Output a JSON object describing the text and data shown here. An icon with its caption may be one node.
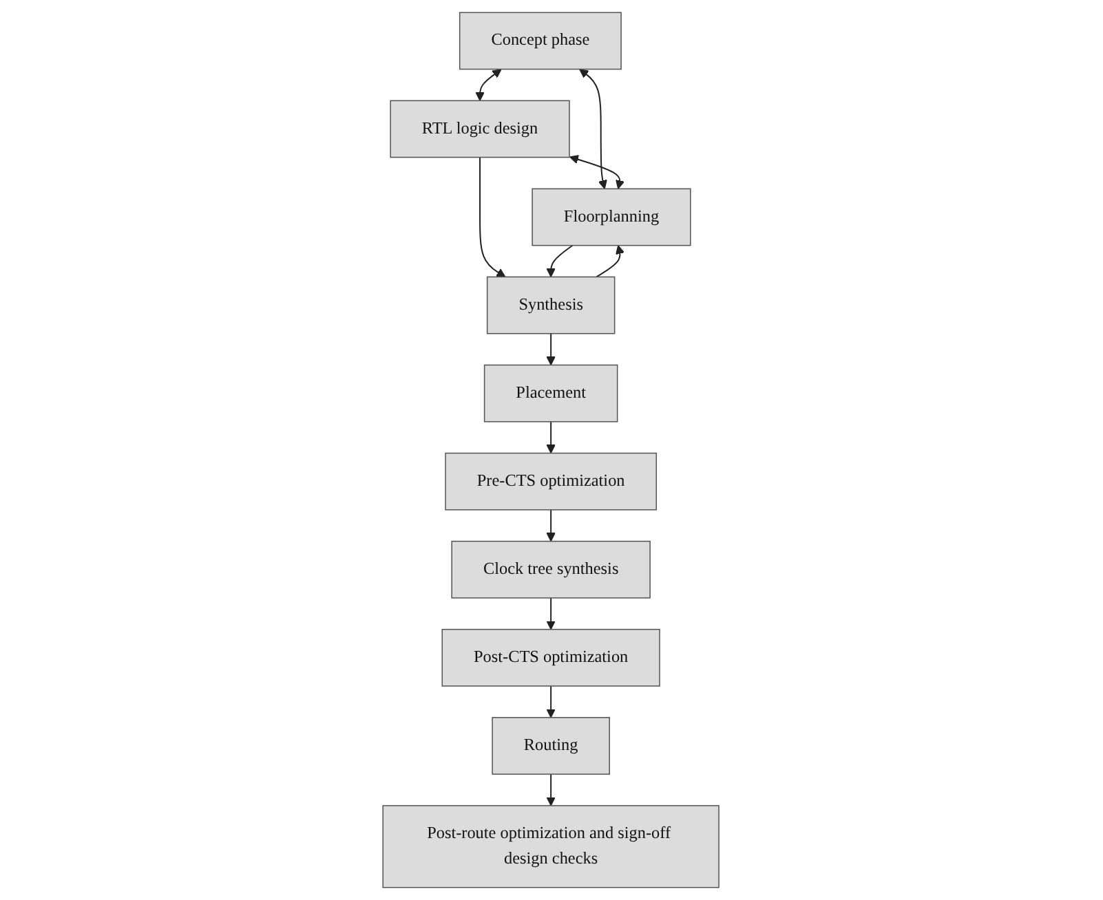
{
  "diagram": {
    "nodes": [
      {
        "text": [
          "Concept phase"
        ]
      },
      {
        "text": [
          "RTL logic design"
        ]
      },
      {
        "text": [
          "Floorplanning"
        ]
      },
      {
        "text": [
          "Synthesis"
        ]
      },
      {
        "text": [
          "Placement"
        ]
      },
      {
        "text": [
          "Pre-CTS optimization"
        ]
      },
      {
        "text": [
          "Clock tree synthesis"
        ]
      },
      {
        "text": [
          "Post-CTS optimization"
        ]
      },
      {
        "text": [
          "Routing"
        ]
      },
      {
        "text": [
          "Post-route optimization and sign-off design checks"
        ]
      }
    ],
    "edges": [
      {
        "from": 0,
        "to": 1,
        "arrow": "both"
      },
      {
        "from": 0,
        "to": 2,
        "arrow": "both"
      },
      {
        "from": 1,
        "to": 2,
        "arrow": "both"
      },
      {
        "from": 1,
        "to": 3,
        "arrow": "to"
      },
      {
        "from": 2,
        "to": 3,
        "arrow": "to"
      },
      {
        "from": 3,
        "to": 2,
        "arrow": "to"
      },
      {
        "from": 3,
        "to": 4,
        "arrow": "to"
      },
      {
        "from": 4,
        "to": 5,
        "arrow": "to"
      },
      {
        "from": 5,
        "to": 6,
        "arrow": "to"
      },
      {
        "from": 6,
        "to": 7,
        "arrow": "to"
      },
      {
        "from": 7,
        "to": 8,
        "arrow": "to"
      },
      {
        "from": 8,
        "to": 9,
        "arrow": "to"
      }
    ]
  }
}
